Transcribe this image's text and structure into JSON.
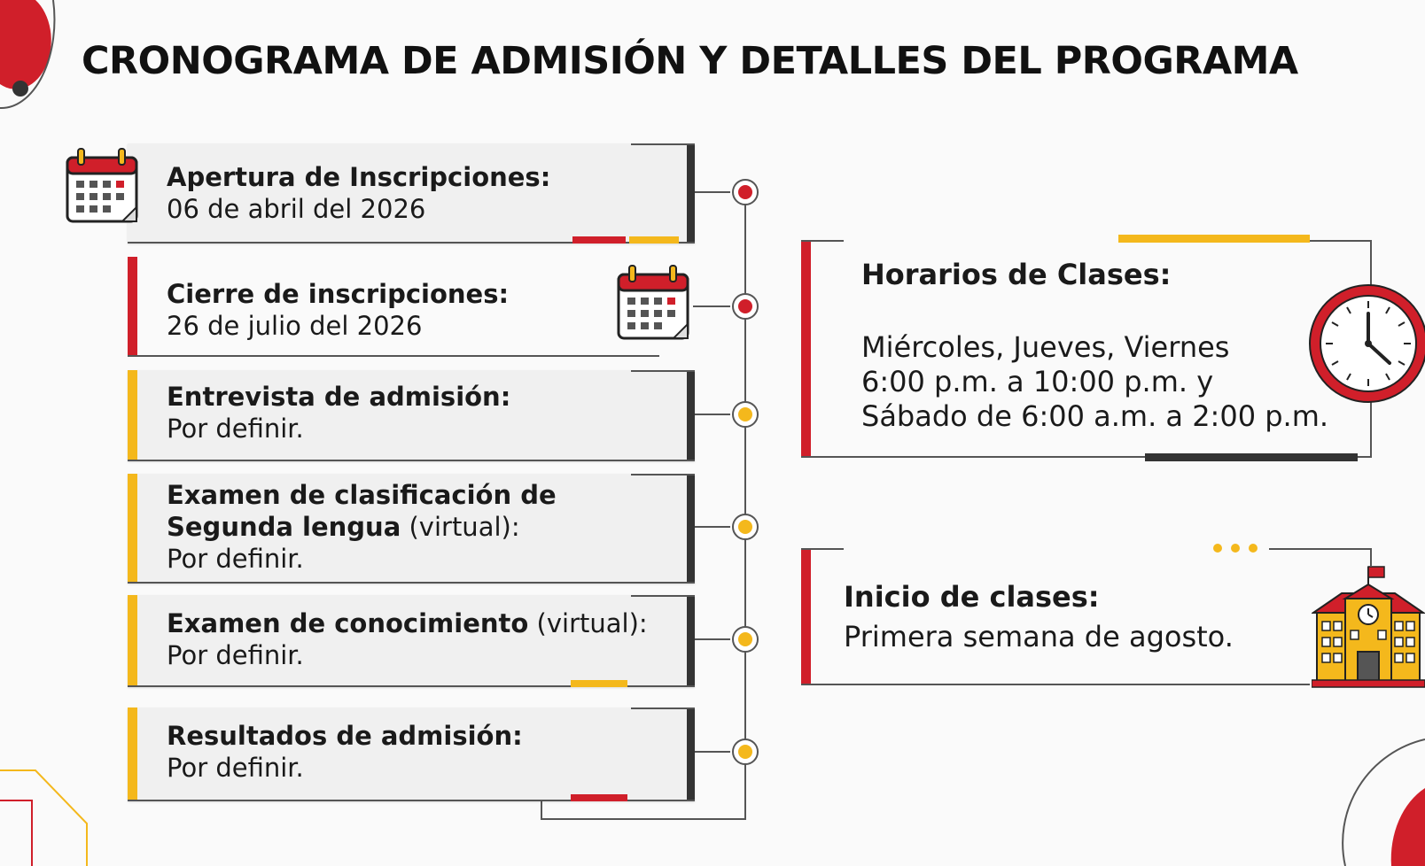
{
  "title": "CRONOGRAMA DE ADMISIÓN Y DETALLES DEL PROGRAMA",
  "timeline": [
    {
      "label": "Apertura de Inscripciones:",
      "suffix": "",
      "value": "06 de abril del 2026",
      "accent": "red"
    },
    {
      "label": "Cierre de inscripciones:",
      "suffix": "",
      "value": "26 de julio del 2026",
      "accent": "red"
    },
    {
      "label": "Entrevista de admisión:",
      "suffix": "",
      "value": "Por definir.",
      "accent": "yellow"
    },
    {
      "label_line1": "Examen de clasificación de",
      "label_line2": "Segunda lengua",
      "suffix": " (virtual):",
      "value": "Por definir.",
      "accent": "yellow"
    },
    {
      "label": "Examen de conocimiento",
      "suffix": " (virtual):",
      "value": "Por definir.",
      "accent": "yellow"
    },
    {
      "label": "Resultados de admisión:",
      "suffix": "",
      "value": "Por definir.",
      "accent": "yellow"
    }
  ],
  "schedule": {
    "title": "Horarios de Clases:",
    "lines": [
      "Miércoles, Jueves, Viernes",
      "6:00 p.m. a 10:00 p.m. y",
      "Sábado de 6:00 a.m. a 2:00 p.m."
    ]
  },
  "start": {
    "title": "Inicio de clases:",
    "value": "Primera semana de agosto."
  },
  "colors": {
    "red": "#d01f2a",
    "yellow": "#f4b81c",
    "dark": "#333333"
  },
  "icons": [
    "calendar-icon",
    "clock-icon",
    "school-building-icon"
  ]
}
